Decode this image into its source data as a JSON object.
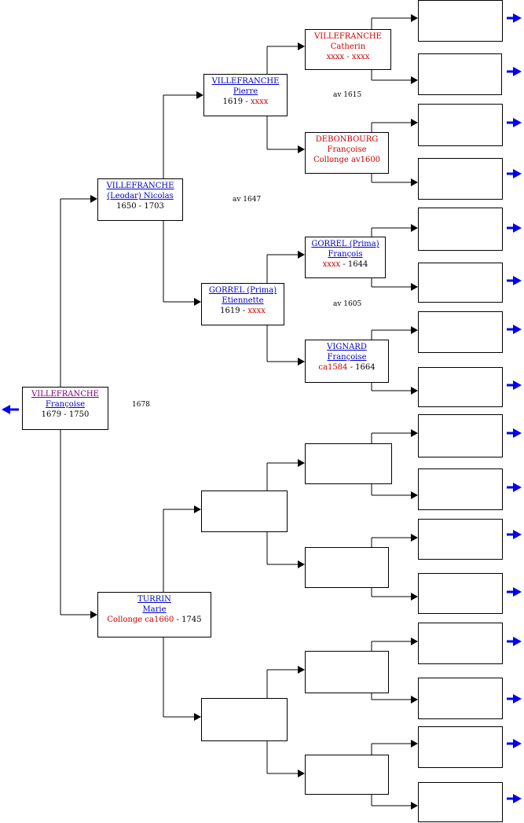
{
  "colors": {
    "line": "#000000",
    "nav_arrow": "#0000ee",
    "link": "#0000cc",
    "link_visited": "#800080",
    "uncertain": "#cc0000"
  },
  "persons": {
    "root": {
      "surname": "VILLEFRANCHE",
      "given": "Françoise",
      "birth": "1679",
      "sep": " - ",
      "death": "1750"
    },
    "father": {
      "surname": "VILLEFRANCHE",
      "given": "(Leodar) Nicolas",
      "birth": "1650",
      "sep": " - ",
      "death": "1703"
    },
    "mother": {
      "surname": "TURRIN",
      "given": "Marie",
      "birth": "Collonge ca1660",
      "sep": " - ",
      "death": "1745"
    },
    "ff": {
      "surname": "VILLEFRANCHE",
      "given": "Pierre",
      "birth": "1619",
      "sep": " - ",
      "death": "xxxx"
    },
    "fm": {
      "surname": "GORREL (Prima)",
      "given": "Etiennette",
      "birth": "1619",
      "sep": " - ",
      "death": "xxxx"
    },
    "fff": {
      "surname": "VILLEFRANCHE",
      "given": "Catherin",
      "birth": "xxxx",
      "sep": " - ",
      "death": "xxxx"
    },
    "ffm": {
      "surname": "DEBONBOURG",
      "given": "Françoise",
      "birth": "Collonge av1600"
    },
    "fmf": {
      "surname": "GORREL (Prima)",
      "given": "François",
      "birth": "xxxx",
      "sep": " - ",
      "death": "1644"
    },
    "fmm": {
      "surname": "VIGNARD",
      "given": "Françoise",
      "birth": "ca1584",
      "sep": " - ",
      "death": "1664"
    }
  },
  "marriages": {
    "parents": "1678",
    "paternal_grandparents": "av 1647",
    "ff_parents": "av 1615",
    "fm_parents": "av 1605"
  },
  "nav_icon": "arrow-right-icon",
  "back_icon": "arrow-left-icon"
}
